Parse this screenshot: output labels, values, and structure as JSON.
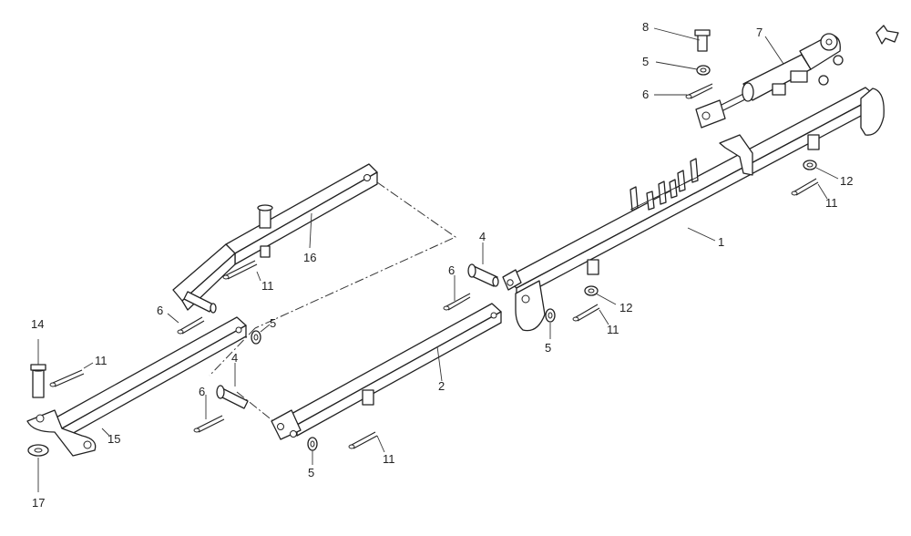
{
  "callouts": {
    "c1": "1",
    "c2": "2",
    "c4a": "4",
    "c4b": "4",
    "c5a": "5",
    "c5b": "5",
    "c5c": "5",
    "c5d": "5",
    "c6a": "6",
    "c6b": "6",
    "c6c": "6",
    "c6d": "6",
    "c7": "7",
    "c8": "8",
    "c11a": "11",
    "c11b": "11",
    "c11c": "11",
    "c11d": "11",
    "c11e": "11",
    "c12a": "12",
    "c12b": "12",
    "c14": "14",
    "c15": "15",
    "c16": "16",
    "c17": "17"
  },
  "icons": {
    "orientation": "direction-arrow-icon"
  },
  "colors": {
    "line": "#222222",
    "background": "#ffffff"
  }
}
